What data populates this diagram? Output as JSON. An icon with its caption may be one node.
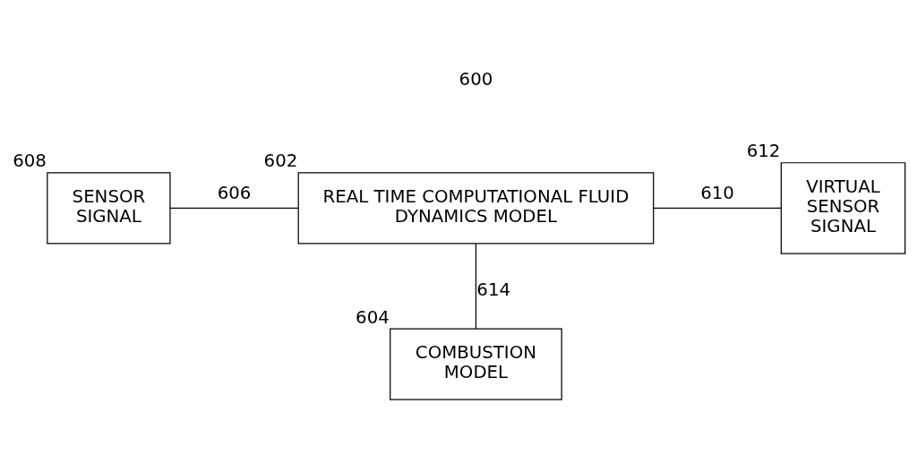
{
  "diagram": {
    "nodes": [
      {
        "text": [
          "SENSOR SIGNAL"
        ],
        "beside": [
          "608"
        ]
      },
      {
        "text": [
          "REAL TIME COMPUTATIONAL FLUID DYNAMICS MODEL"
        ],
        "beside": [
          "602"
        ]
      },
      {
        "text": [
          "VIRTUAL SENSOR SIGNAL"
        ],
        "beside": [
          "612"
        ]
      },
      {
        "text": [
          "COMBUSTION MODEL"
        ],
        "beside": [
          "604"
        ]
      }
    ],
    "edges": [
      {
        "from": 0,
        "to": 1,
        "arrow": "none",
        "label": "606"
      },
      {
        "from": 1,
        "to": 2,
        "arrow": "none",
        "label": "610"
      },
      {
        "from": 1,
        "to": 3,
        "arrow": "none",
        "label": "614"
      }
    ],
    "labels": [
      "600"
    ]
  }
}
